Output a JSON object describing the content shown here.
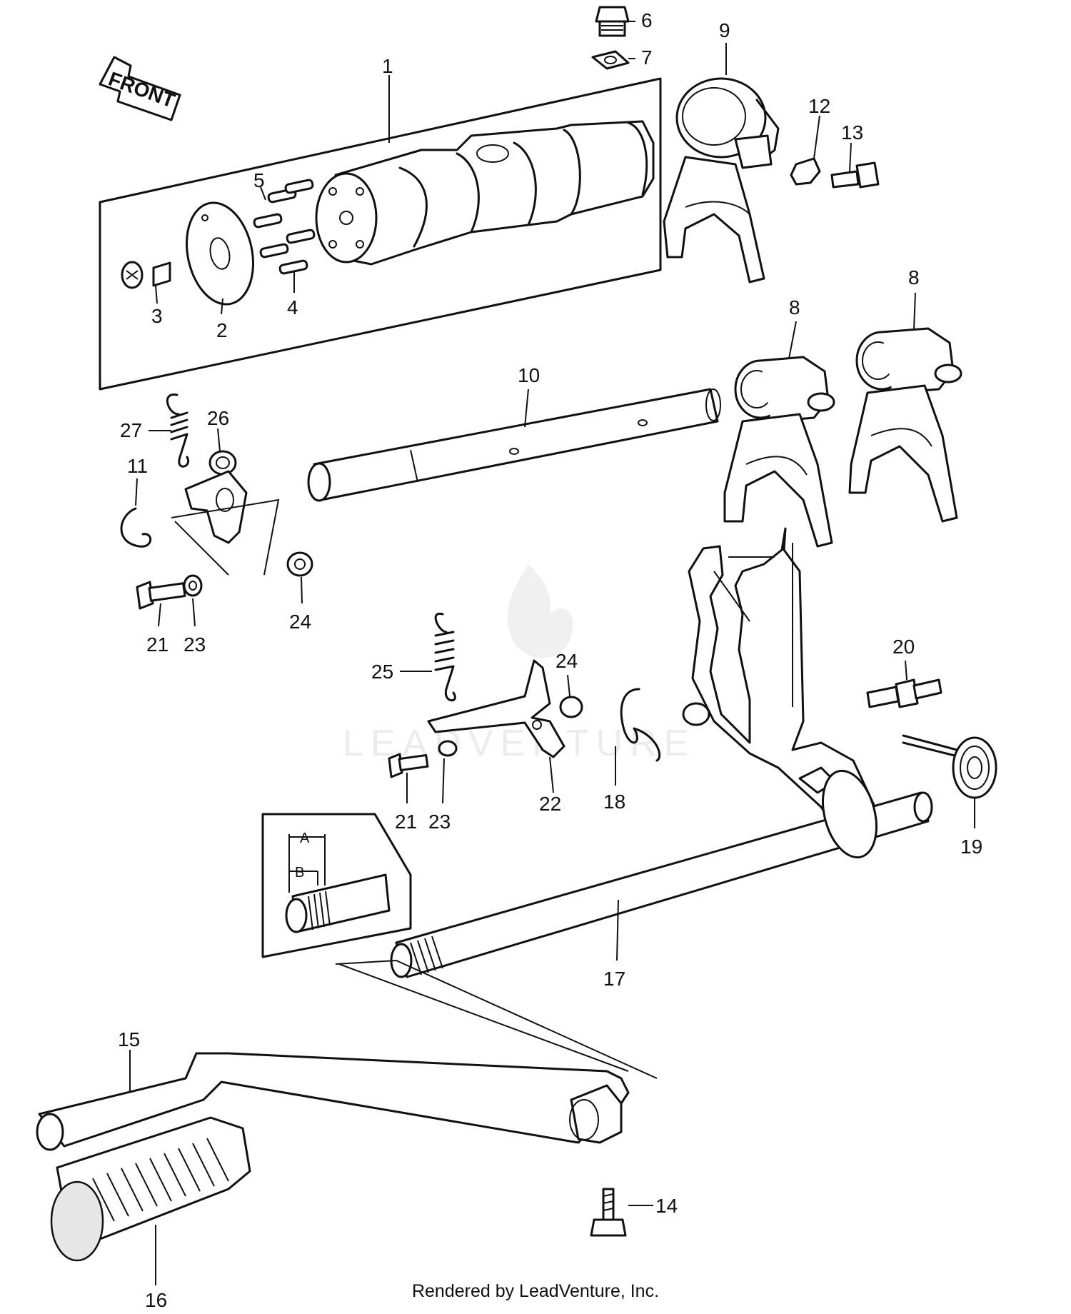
{
  "diagram": {
    "front_label": "FRONT",
    "watermark": "LEADVENTURE",
    "detail_labels": {
      "a": "A",
      "b": "B"
    },
    "callouts": {
      "c1": "1",
      "c2": "2",
      "c3": "3",
      "c4": "4",
      "c5": "5",
      "c6": "6",
      "c7": "7",
      "c8a": "8",
      "c8b": "8",
      "c9": "9",
      "c10": "10",
      "c11": "11",
      "c12": "12",
      "c13": "13",
      "c14": "14",
      "c15": "15",
      "c16": "16",
      "c17": "17",
      "c18": "18",
      "c19": "19",
      "c20": "20",
      "c21a": "21",
      "c21b": "21",
      "c22": "22",
      "c23a": "23",
      "c23b": "23",
      "c24a": "24",
      "c24b": "24",
      "c25": "25",
      "c26": "26",
      "c27": "27"
    }
  },
  "footer": {
    "rendered_by": "Rendered by LeadVenture, Inc."
  }
}
